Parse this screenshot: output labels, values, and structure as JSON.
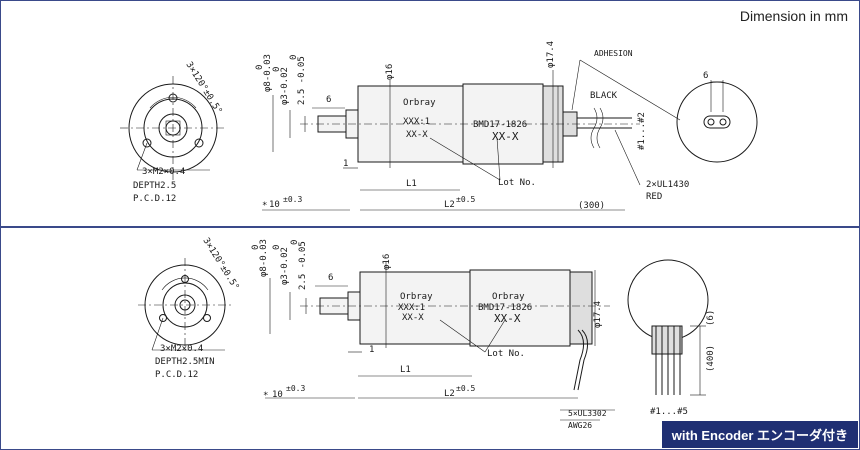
{
  "header": {
    "unit_note": "Dimension in mm"
  },
  "footer": {
    "badge": "with Encoder エンコーダ付き"
  },
  "top": {
    "angle_note": "3×120°±0.5°",
    "screw": "3×M2×0.4",
    "depth": "DEPTH2.5",
    "pcd": "P.C.D.12",
    "dia_shaft": "φ8-0.03",
    "dia_shaft_top": "0",
    "dia_pilot": "φ3-0.02",
    "dia_pilot_top": "0",
    "len_pilot": "2.5 -0.05",
    "len_pilot_top": "0",
    "dim_6": "6",
    "dim_1": "1",
    "dia_16": "φ16",
    "dia_17": "φ17.4",
    "brand": "Orbray",
    "model_left": "XXX:1",
    "lot_left": "XX-X",
    "model_right": "BMD17-1826",
    "lot_right": "XX-X",
    "lot_label": "Lot No.",
    "l1": "L1",
    "l2": "L2",
    "l2_tol": "±0.5",
    "ten": "10",
    "ten_tol": "±0.3",
    "star": "*",
    "cable_len": "(300)",
    "adhesion": "ADHESION",
    "black": "BLACK",
    "red": "RED",
    "cable": "2×UL1430",
    "pin": "#1...#2",
    "end_6": "6"
  },
  "bottom": {
    "angle_note": "3×120°±0.5°",
    "screw": "3×M2×0.4",
    "depth": "DEPTH2.5MIN",
    "pcd": "P.C.D.12",
    "dia_shaft": "φ8-0.03",
    "dia_shaft_top": "0",
    "dia_pilot": "φ3-0.02",
    "dia_pilot_top": "0",
    "len_pilot": "2.5 -0.05",
    "len_pilot_top": "0",
    "dim_6": "6",
    "dim_1": "1",
    "dia_16": "φ16",
    "dia_17": "φ17.4",
    "brand_left": "Orbray",
    "model_left": "XXX:1",
    "lot_left": "XX-X",
    "brand_right": "Orbray",
    "model_right": "BMD17-1826",
    "lot_right": "XX-X",
    "lot_label": "Lot No.",
    "l1": "L1",
    "l2": "L2",
    "l2_tol": "±0.5",
    "ten": "10",
    "ten_tol": "±0.3",
    "star": "*",
    "cable_len": "(400)",
    "cable_6": "(6)",
    "cable": "5×UL3302",
    "awg": "AWG26",
    "pin": "#1...#5"
  }
}
